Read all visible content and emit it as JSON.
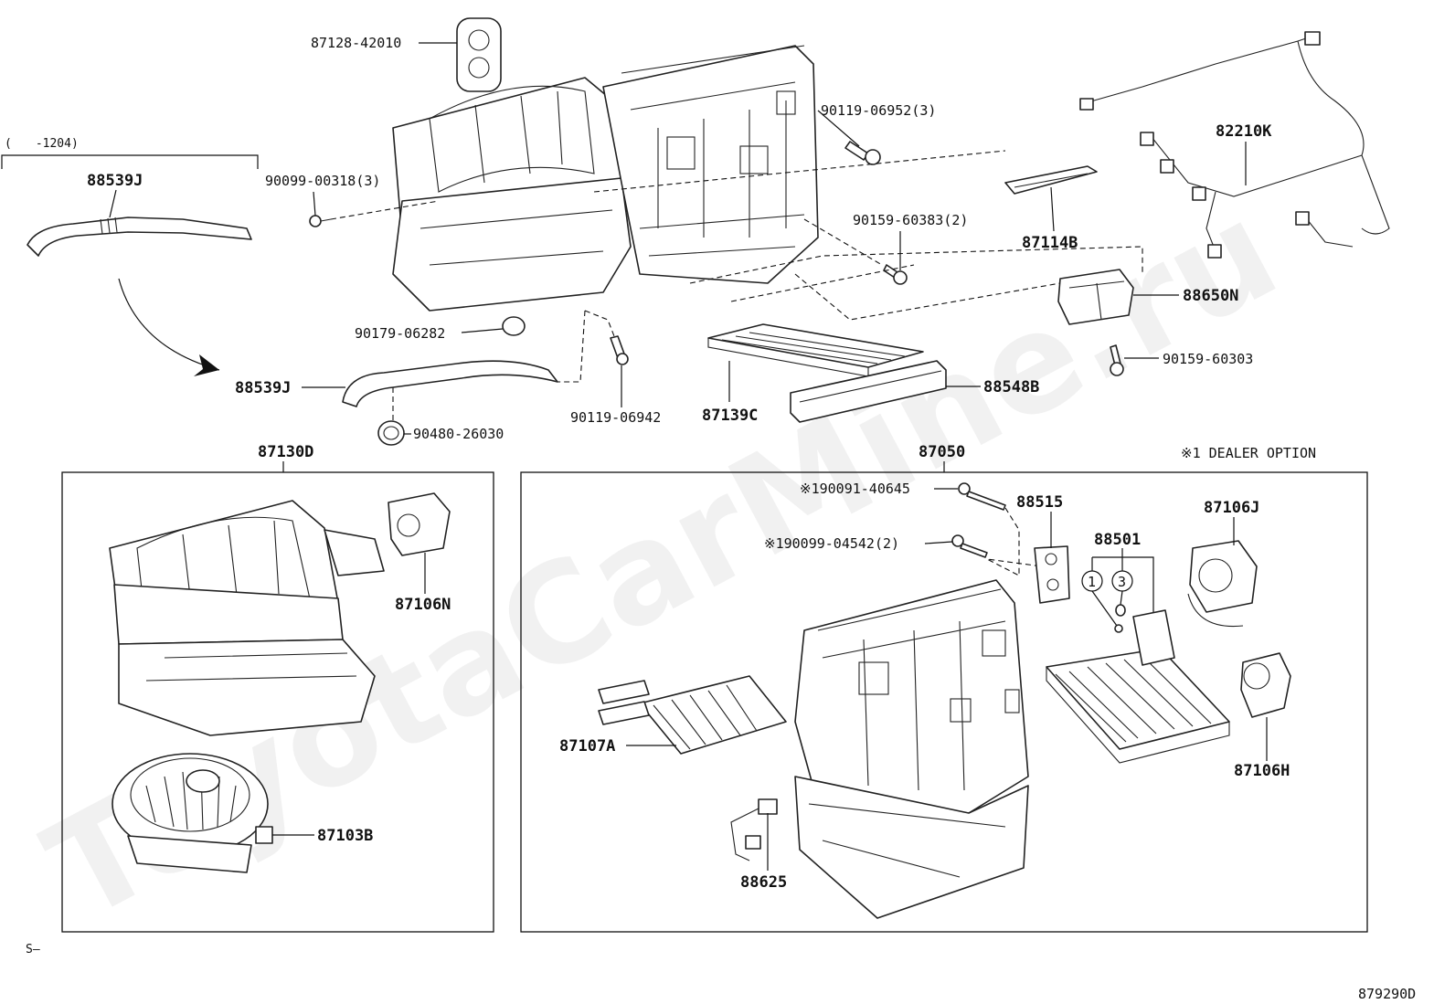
{
  "watermark": "ToyotaCarMine.ru",
  "diagram_code": "879290D",
  "footer_left": "S–",
  "dealer_option_note": "※1 DEALER OPTION",
  "range_note": "(　　-1204)",
  "group_left": "87130D",
  "group_right": "87050",
  "callouts": {
    "c87128_42010": "87128-42010",
    "c90119_06952": "90119-06952(3)",
    "c90099_00318": "90099-00318(3)",
    "c88539J_top": "88539J",
    "c88539J_mid": "88539J",
    "c82210K": "82210K",
    "c87114B": "87114B",
    "c90159_60383": "90159-60383(2)",
    "c88650N": "88650N",
    "c90179_06282": "90179-06282",
    "c90159_60303": "90159-60303",
    "c88548B": "88548B",
    "c87139C": "87139C",
    "c90119_06942": "90119-06942",
    "c90480_26030": "90480-26030",
    "c87106N": "87106N",
    "c87103B": "87103B",
    "c90091_40645": "※190091-40645",
    "c90099_04542": "※190099-04542(2)",
    "c88515": "88515",
    "c88501": "88501",
    "c87106J": "87106J",
    "c87107A": "87107A",
    "c87106H": "87106H",
    "c88625": "88625",
    "circle1": "1",
    "circle3": "3"
  }
}
